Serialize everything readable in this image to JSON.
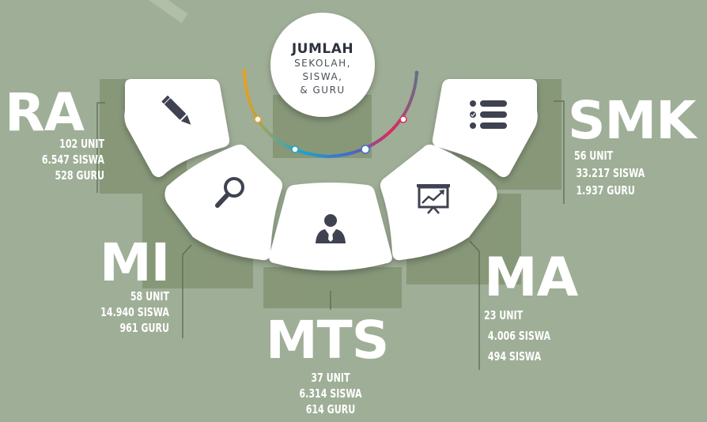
{
  "center": {
    "title": "JUMLAH",
    "line2": "SEKOLAH,",
    "line3": "SISWA,",
    "line4": "& GURU"
  },
  "colors": {
    "background": "#9fae96",
    "shadow": "#7f906f",
    "card": "#ffffff",
    "icon": "#3f4250",
    "arc": [
      "#e8a020",
      "#1fa8c9",
      "#3a6fd0",
      "#e0285a",
      "#6b6b8a"
    ]
  },
  "sections": [
    {
      "id": "ra",
      "name": "RA",
      "icon": "pencil-icon",
      "unit": "102 UNIT",
      "siswa": "6.547 SISWA",
      "guru": "528 GURU"
    },
    {
      "id": "mi",
      "name": "MI",
      "icon": "search-icon",
      "unit": "58 UNIT",
      "siswa": "14.940 SISWA",
      "guru": "961 GURU"
    },
    {
      "id": "mts",
      "name": "MTS",
      "icon": "person-icon",
      "unit": "37 UNIT",
      "siswa": "6.314 SISWA",
      "guru": "614 GURU"
    },
    {
      "id": "ma",
      "name": "MA",
      "icon": "presentation-chart-icon",
      "unit": "23 UNIT",
      "siswa": "4.006 SISWA",
      "guru": "494 SISWA"
    },
    {
      "id": "smk",
      "name": "SMK",
      "icon": "checklist-icon",
      "unit": "56 UNIT",
      "siswa": "33.217 SISWA",
      "guru": "1.937 GURU"
    }
  ]
}
